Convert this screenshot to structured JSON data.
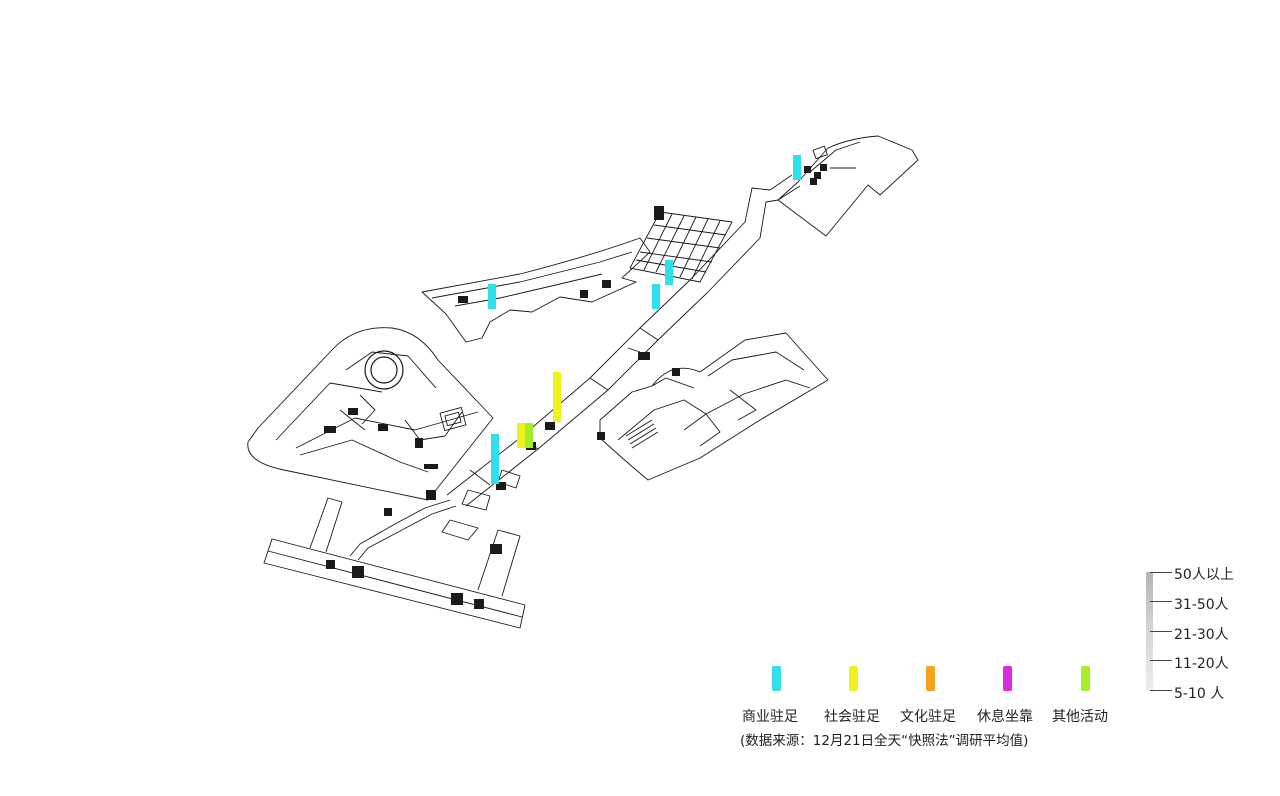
{
  "map": {
    "bars": [
      {
        "category": "commercial",
        "color": "#2fe0ea"
      },
      {
        "category": "commercial",
        "color": "#2fe0ea"
      },
      {
        "category": "commercial",
        "color": "#2fe0ea"
      },
      {
        "category": "commercial",
        "color": "#2fe0ea"
      },
      {
        "category": "commercial",
        "color": "#2fe0ea"
      },
      {
        "category": "social",
        "color": "#eef21e"
      },
      {
        "category": "social",
        "color": "#eef21e"
      },
      {
        "category": "other",
        "color": "#a6ee2a"
      }
    ]
  },
  "legend": {
    "items": [
      {
        "label": "商业驻足",
        "color": "#2fe0ea"
      },
      {
        "label": "社会驻足",
        "color": "#eef21e"
      },
      {
        "label": "文化驻足",
        "color": "#f5a21c"
      },
      {
        "label": "休息坐靠",
        "color": "#d92ce0"
      },
      {
        "label": "其他活动",
        "color": "#a6ee2a"
      }
    ],
    "source_note": "(数据来源：12月21日全天“快照法”调研平均值)"
  },
  "scale": {
    "labels": [
      "50人以上",
      "31-50人",
      "21-30人",
      "11-20人",
      "5-10 人"
    ]
  }
}
